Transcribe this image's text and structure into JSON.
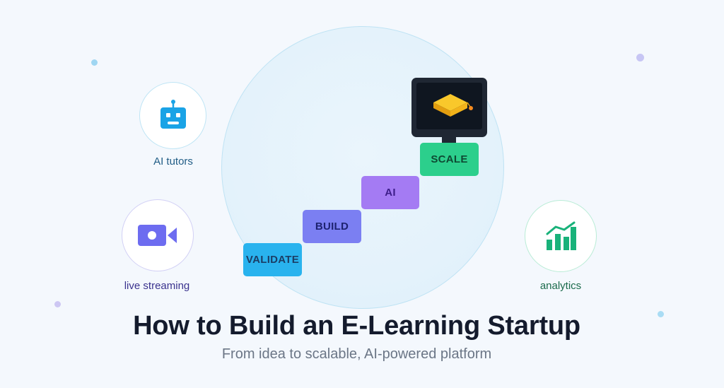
{
  "colors": {
    "background": "#f4f8fd",
    "title": "#141b2d",
    "subtitle": "#6b7686",
    "validate": "#29b3ee",
    "build": "#7b7ff2",
    "ai": "#a47bf3",
    "scale": "#2ccf8c",
    "cap": "#f7bd1c"
  },
  "features": [
    {
      "label": "AI tutors",
      "icon": "robot-icon"
    },
    {
      "label": "live streaming",
      "icon": "video-camera-icon"
    },
    {
      "label": "analytics",
      "icon": "bar-chart-icon"
    }
  ],
  "steps": [
    "VALIDATE",
    "BUILD",
    "AI",
    "SCALE"
  ],
  "monitor_icon": "graduation-cap-icon",
  "title": "How to Build an E-Learning Startup",
  "subtitle": "From idea to scalable, AI-powered platform"
}
